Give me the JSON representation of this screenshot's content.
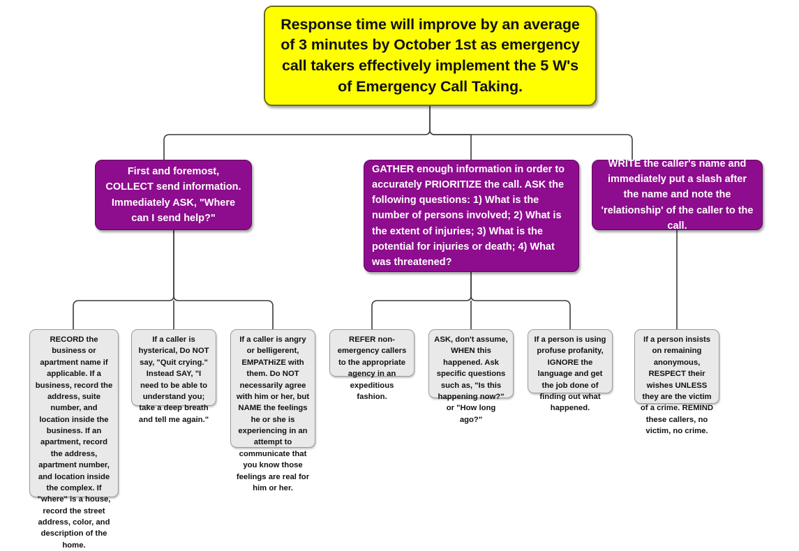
{
  "diagram": {
    "type": "tree-flowchart",
    "title_text": "Response time will improve by an average of 3 minutes by October 1st as emergency call takers effectively implement the 5 W's of Emergency Call Taking.",
    "colors": {
      "root_fill": "#FFFF00",
      "root_border": "#6B6B12",
      "root_text": "#111111",
      "level1_fill": "#8E0C8E",
      "level1_border": "#5E065E",
      "level1_text": "#FFFFFF",
      "level2_fill": "#E9E9E9",
      "level2_border": "#9A9A9A",
      "level2_text": "#111111",
      "connector": "#3A3A3A",
      "background": "#FFFFFF"
    },
    "root": {
      "label": "Response time will improve by an average of 3 minutes by October 1st as emergency call takers effectively implement the 5 W's of Emergency Call Taking."
    },
    "branches": [
      {
        "label": "First and foremost, COLLECT send information. Immediately ASK, \"Where can I send help?\"",
        "children": [
          {
            "label": "RECORD the business or apartment name if applicable. If a business, record the address, suite number, and location inside the business. If an apartment, record the address, apartment number, and location inside the complex. If \"where\" is a house, record the street address, color, and description of the home."
          },
          {
            "label": "If a caller is hysterical, Do NOT say, \"Quit crying.\" Instead SAY, \"I need to be able to understand you; take a deep breath and tell me again.\""
          },
          {
            "label": "If a caller is angry or belligerent, EMPATHiZE with them. Do NOT necessarily agree with him or her, but NAME the feelings he or she is experiencing in an attempt to communicate that you know those feelings are real for him or her."
          }
        ]
      },
      {
        "label": "GATHER enough information in order to accurately PRIORITIZE the call. ASK the following questions: 1) What is the number of persons involved; 2) What is the extent of injuries; 3) What is the potential for injuries or death; 4) What was threatened?",
        "children": [
          {
            "label": "REFER non-emergency callers to the appropriate agency in an expeditious fashion."
          },
          {
            "label": "ASK, don't assume, WHEN this happened. Ask specific questions such as, \"Is this happening now?\" or \"How long ago?\""
          },
          {
            "label": "If a person is using profuse profanity, IGNORE the language and get the job done of finding out what happened."
          }
        ]
      },
      {
        "label": "WRITE the caller's name and immediately put a slash after the name and note the 'relationship' of the caller to the call.",
        "children": [
          {
            "label": "If a person insists on remaining anonymous, RESPECT their wishes UNLESS they are the victim of a crime. REMIND these callers, no victim, no crime."
          }
        ]
      }
    ]
  }
}
